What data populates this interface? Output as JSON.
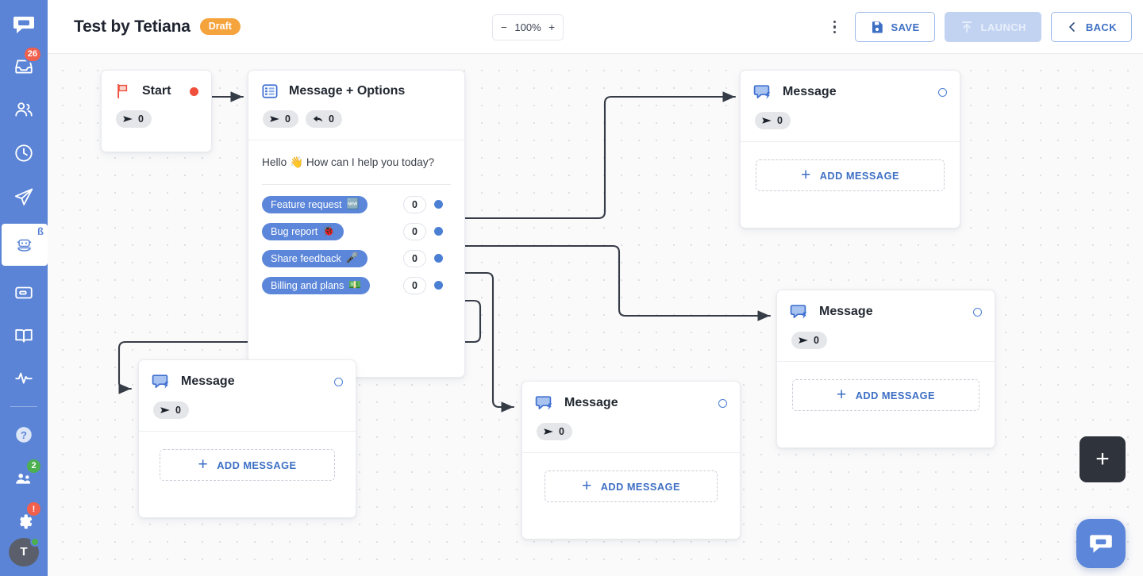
{
  "sidebar": {
    "brand_color": "#5b84d6",
    "logo_icon": "chat-logo-icon",
    "items": [
      {
        "name": "inbox",
        "icon": "inbox-icon",
        "badge": "26",
        "badge_color": "#f0604d"
      },
      {
        "name": "contacts",
        "icon": "people-icon",
        "badge": ""
      },
      {
        "name": "history",
        "icon": "clock-icon",
        "badge": ""
      },
      {
        "name": "campaigns",
        "icon": "paper-plane-icon",
        "badge": ""
      },
      {
        "name": "chatbots",
        "icon": "robot-icon",
        "badge": "ß",
        "active": true
      },
      {
        "name": "cards",
        "icon": "card-icon",
        "badge": ""
      },
      {
        "name": "knowledge",
        "icon": "book-icon",
        "badge": ""
      },
      {
        "name": "analytics",
        "icon": "pulse-icon",
        "badge": ""
      }
    ],
    "bottom_items": [
      {
        "name": "help",
        "icon": "question-icon",
        "badge": ""
      },
      {
        "name": "team",
        "icon": "team-icon",
        "badge": "2",
        "badge_color": "#4caf50"
      },
      {
        "name": "settings",
        "icon": "gear-icon",
        "badge": "!",
        "badge_color": "#f0604d"
      }
    ],
    "avatar": {
      "initial": "T",
      "status": "online"
    }
  },
  "header": {
    "title": "Test by Tetiana",
    "status_badge": "Draft",
    "status_badge_color": "#f5a33c",
    "zoom": {
      "minus": "−",
      "value": "100%",
      "plus": "+"
    },
    "more_icon": "kebab-menu-icon",
    "buttons": [
      {
        "name": "save",
        "label": "SAVE",
        "icon": "save-icon",
        "disabled": false
      },
      {
        "name": "launch",
        "label": "LAUNCH",
        "icon": "upload-icon",
        "disabled": true
      },
      {
        "name": "back",
        "label": "BACK",
        "icon": "chevron-left-icon",
        "disabled": false
      }
    ]
  },
  "canvas": {
    "add_node_fab": "+",
    "chat_fab_icon": "chat-bubble-icon",
    "nodes": [
      {
        "id": "start",
        "title": "Start",
        "icon": "flag-icon",
        "marker": "red-dot",
        "stats": [
          {
            "icon": "send-icon",
            "value": "0"
          }
        ]
      },
      {
        "id": "message-options",
        "title": "Message + Options",
        "icon": "list-options-icon",
        "stats": [
          {
            "icon": "send-icon",
            "value": "0"
          },
          {
            "icon": "reply-icon",
            "value": "0"
          }
        ],
        "text": "Hello 👋 How can I help you today?",
        "options": [
          {
            "label": "Feature request",
            "emoji": "🆕",
            "count": "0"
          },
          {
            "label": "Bug report",
            "emoji": "🐞",
            "count": "0"
          },
          {
            "label": "Share feedback",
            "emoji": "🎤",
            "count": "0"
          },
          {
            "label": "Billing and plans",
            "emoji": "💵",
            "count": "0"
          }
        ]
      },
      {
        "id": "message-1",
        "title": "Message",
        "icon": "message-bolt-icon",
        "marker": "blue-ring",
        "stats": [
          {
            "icon": "send-icon",
            "value": "0"
          }
        ],
        "add_label": "ADD MESSAGE"
      },
      {
        "id": "message-2",
        "title": "Message",
        "icon": "message-bolt-icon",
        "marker": "blue-ring",
        "stats": [
          {
            "icon": "send-icon",
            "value": "0"
          }
        ],
        "add_label": "ADD MESSAGE"
      },
      {
        "id": "message-3",
        "title": "Message",
        "icon": "message-bolt-icon",
        "marker": "blue-ring",
        "stats": [
          {
            "icon": "send-icon",
            "value": "0"
          }
        ],
        "add_label": "ADD MESSAGE"
      },
      {
        "id": "message-4",
        "title": "Message",
        "icon": "message-bolt-icon",
        "marker": "blue-ring",
        "stats": [
          {
            "icon": "send-icon",
            "value": "0"
          }
        ],
        "add_label": "ADD MESSAGE"
      }
    ],
    "edges": [
      {
        "from": "start",
        "to": "message-options"
      },
      {
        "from": "option-0",
        "to": "message-1"
      },
      {
        "from": "option-1",
        "to": "message-3"
      },
      {
        "from": "option-2",
        "to": "message-4"
      },
      {
        "from": "option-3",
        "to": "message-2"
      }
    ]
  }
}
